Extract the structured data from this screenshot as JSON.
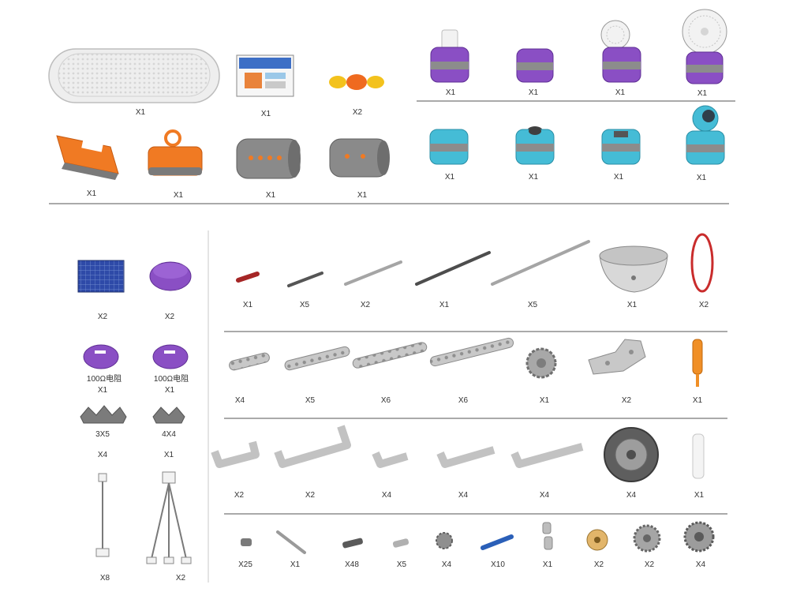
{
  "top_left": {
    "row1": [
      {
        "name": "dot-matrix-panel",
        "qty": "X1"
      },
      {
        "name": "instruction-booklet",
        "qty": "X1"
      },
      {
        "name": "bow-connector",
        "qty": "X2"
      }
    ],
    "row2": [
      {
        "name": "orange-battery-box",
        "qty": "X1"
      },
      {
        "name": "orange-hook-module",
        "qty": "X1"
      },
      {
        "name": "gray-motor-module-a",
        "qty": "X1"
      },
      {
        "name": "gray-motor-module-b",
        "qty": "X1"
      }
    ]
  },
  "top_right": {
    "purple_row": [
      {
        "name": "purple-light-module",
        "qty": "X1"
      },
      {
        "name": "purple-button-module",
        "qty": "X1"
      },
      {
        "name": "purple-fan-module-small",
        "qty": "X1"
      },
      {
        "name": "purple-fan-module-large",
        "qty": "X1"
      }
    ],
    "teal_row": [
      {
        "name": "teal-sensor-module-a",
        "qty": "X1"
      },
      {
        "name": "teal-sensor-module-b",
        "qty": "X1"
      },
      {
        "name": "teal-sensor-module-c",
        "qty": "X1"
      },
      {
        "name": "teal-ultrasonic-module",
        "qty": "X1"
      }
    ]
  },
  "left_column": {
    "solar_panel": {
      "qty": "X2"
    },
    "purple_puck": {
      "qty": "X2"
    },
    "resistor_left": {
      "label": "100Ω电阻",
      "qty": "X1"
    },
    "resistor_right": {
      "label": "100Ω电阻",
      "qty": "X1"
    },
    "connector_left": {
      "label": "3X5",
      "qty": "X4"
    },
    "connector_right": {
      "label": "4X4",
      "qty": "X1"
    },
    "cable_single": {
      "qty": "X8"
    },
    "cable_triple": {
      "qty": "X2"
    }
  },
  "grid": {
    "row1": [
      {
        "name": "short-axle-red",
        "qty": "X1"
      },
      {
        "name": "axle-dark",
        "qty": "X5"
      },
      {
        "name": "axle-gray-medium",
        "qty": "X2"
      },
      {
        "name": "axle-dark-long",
        "qty": "X1"
      },
      {
        "name": "axle-gray-long",
        "qty": "X5"
      },
      {
        "name": "satellite-dish",
        "qty": "X1"
      },
      {
        "name": "rubber-band-ring",
        "qty": "X2"
      }
    ],
    "row2": [
      {
        "name": "beam-short",
        "qty": "X4"
      },
      {
        "name": "beam-medium",
        "qty": "X5"
      },
      {
        "name": "beam-long",
        "qty": "X6"
      },
      {
        "name": "beam-extra-long",
        "qty": "X6"
      },
      {
        "name": "gear-small",
        "qty": "X1"
      },
      {
        "name": "bracket-piece",
        "qty": "X2"
      },
      {
        "name": "screwdriver-tool",
        "qty": "X1"
      }
    ],
    "row3": [
      {
        "name": "u-beam-small",
        "qty": "X2"
      },
      {
        "name": "u-beam-large",
        "qty": "X2"
      },
      {
        "name": "l-beam-small",
        "qty": "X4"
      },
      {
        "name": "l-beam-medium",
        "qty": "X4"
      },
      {
        "name": "l-beam-large",
        "qty": "X4"
      },
      {
        "name": "wheel-tire",
        "qty": "X4"
      },
      {
        "name": "clear-tube",
        "qty": "X1"
      }
    ],
    "row4": [
      {
        "name": "pin-connector",
        "qty": "X25"
      },
      {
        "name": "pin-removal-tool",
        "qty": "X1"
      },
      {
        "name": "axle-pin",
        "qty": "X48"
      },
      {
        "name": "bushing-connector",
        "qty": "X5"
      },
      {
        "name": "small-gear",
        "qty": "X4"
      },
      {
        "name": "blue-long-pin",
        "qty": "X10"
      },
      {
        "name": "universal-joint",
        "qty": "X1"
      },
      {
        "name": "pulley-gold",
        "qty": "X2"
      },
      {
        "name": "crown-gear",
        "qty": "X2"
      },
      {
        "name": "large-gear",
        "qty": "X4"
      }
    ]
  },
  "colors": {
    "orange": "#f07a23",
    "purple": "#8a4fc4",
    "teal": "#45bcd6",
    "gray": "#b8b8b8",
    "dark_gray": "#666666",
    "red": "#cc2f2f",
    "blue": "#2a5fb8",
    "gold": "#e2b56a"
  }
}
